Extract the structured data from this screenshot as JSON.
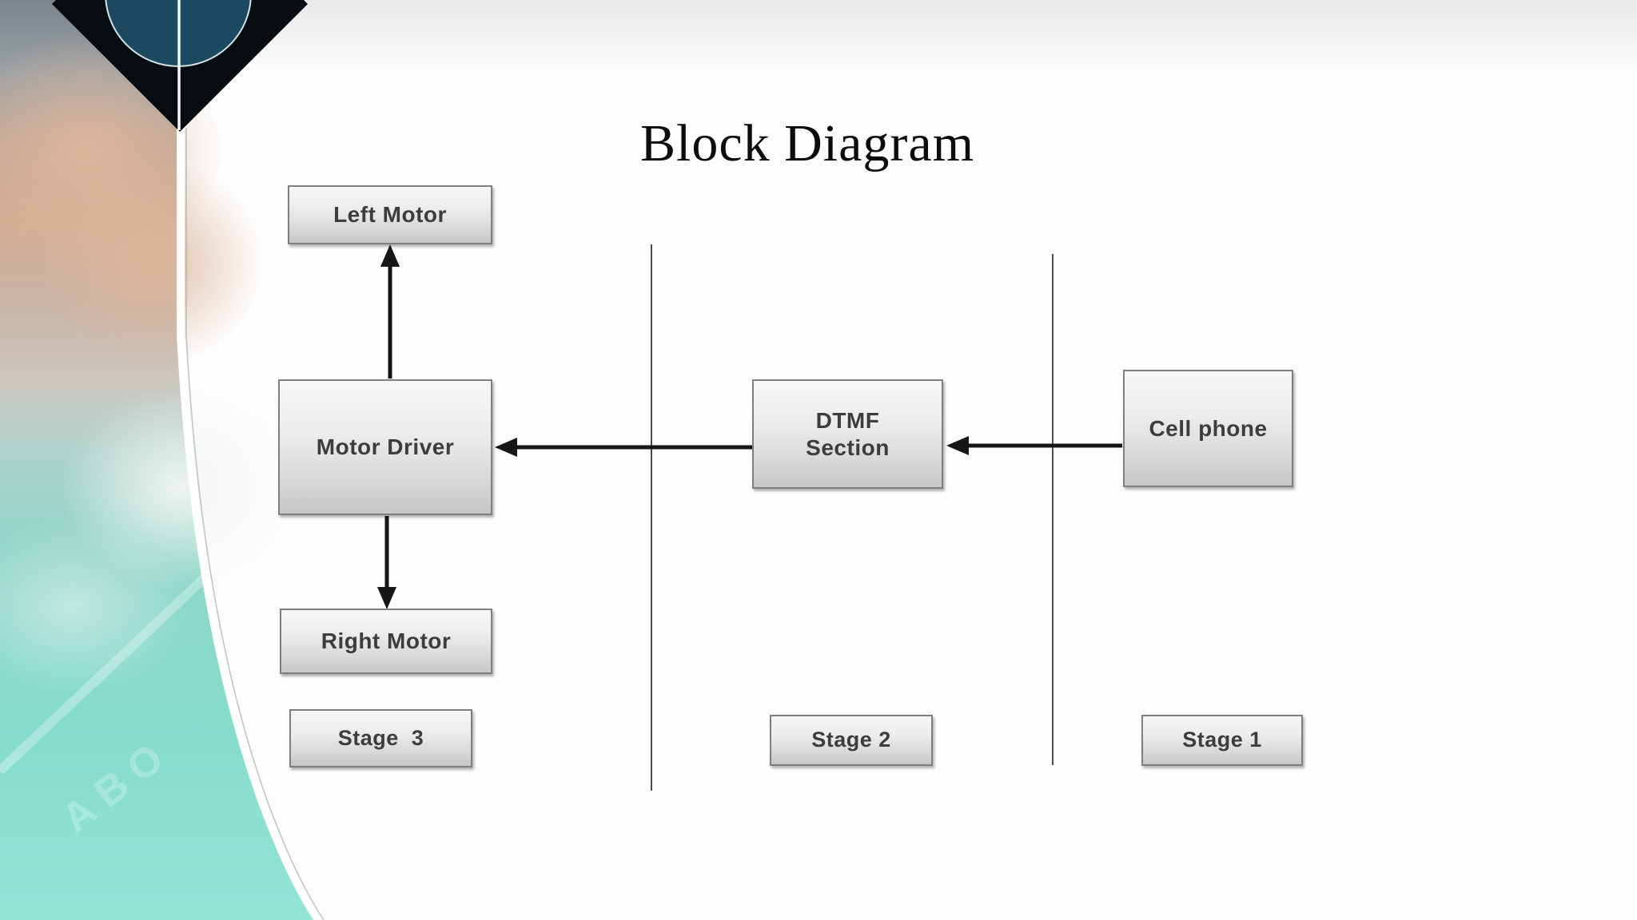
{
  "slide": {
    "title": "Block Diagram",
    "background_color": "#FDFDFD"
  },
  "colors": {
    "accent_teal": "#8CE0D2",
    "ornament_diamond": "#070C10",
    "ornament_circle": "#1D4960",
    "box_fill_top": "#F7F7F7",
    "box_fill_bottom": "#C7C7C7",
    "box_border": "#7F7F7F",
    "box_text": "#3D3D3D",
    "arrow": "#161616"
  },
  "diagram": {
    "blocks": [
      {
        "label": "Left Motor"
      },
      {
        "label": "Motor Driver"
      },
      {
        "label": "Right Motor"
      },
      {
        "label": "DTMF\nSection"
      },
      {
        "label": "Cell phone"
      }
    ],
    "stages": [
      {
        "label": "Stage  3"
      },
      {
        "label": "Stage 2"
      },
      {
        "label": "Stage 1"
      }
    ],
    "connections": [
      {
        "from": "Cell phone",
        "to": "DTMF Section"
      },
      {
        "from": "DTMF Section",
        "to": "Motor Driver"
      },
      {
        "from": "Motor Driver",
        "to": "Left Motor"
      },
      {
        "from": "Motor Driver",
        "to": "Right Motor"
      }
    ]
  },
  "decoration": {
    "photo_letters": "ABO"
  }
}
